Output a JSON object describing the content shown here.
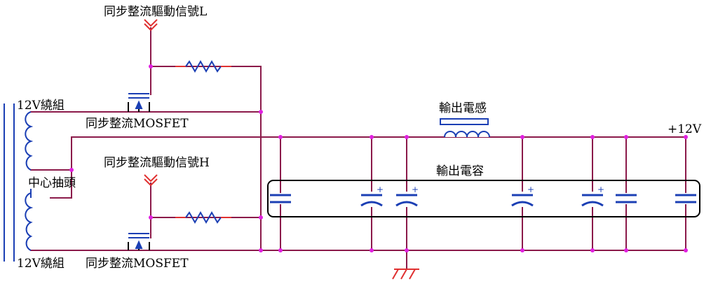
{
  "labels": {
    "drive_signal_low": "同步整流驅動信號L",
    "drive_signal_high": "同步整流驅動信號H",
    "winding_top": "12V繞組",
    "winding_bottom": "12V繞組",
    "center_tap": "中心抽頭",
    "mosfet_top": "同步整流MOSFET",
    "mosfet_bottom": "同步整流MOSFET",
    "output_inductor": "輸出電感",
    "output_capacitor": "輸出電容",
    "output_voltage": "+12V"
  },
  "colors": {
    "wire": "#8b1a4a",
    "node": "#e020e0",
    "component": "#1b3fb4",
    "resistor_lead": "#e03030",
    "text": "#000000",
    "transformer_core": "#1b3fb4"
  },
  "icons": {
    "signal_arrow": "double-chevron-down-icon",
    "ground": "ground-icon",
    "mosfet": "mosfet-icon"
  }
}
